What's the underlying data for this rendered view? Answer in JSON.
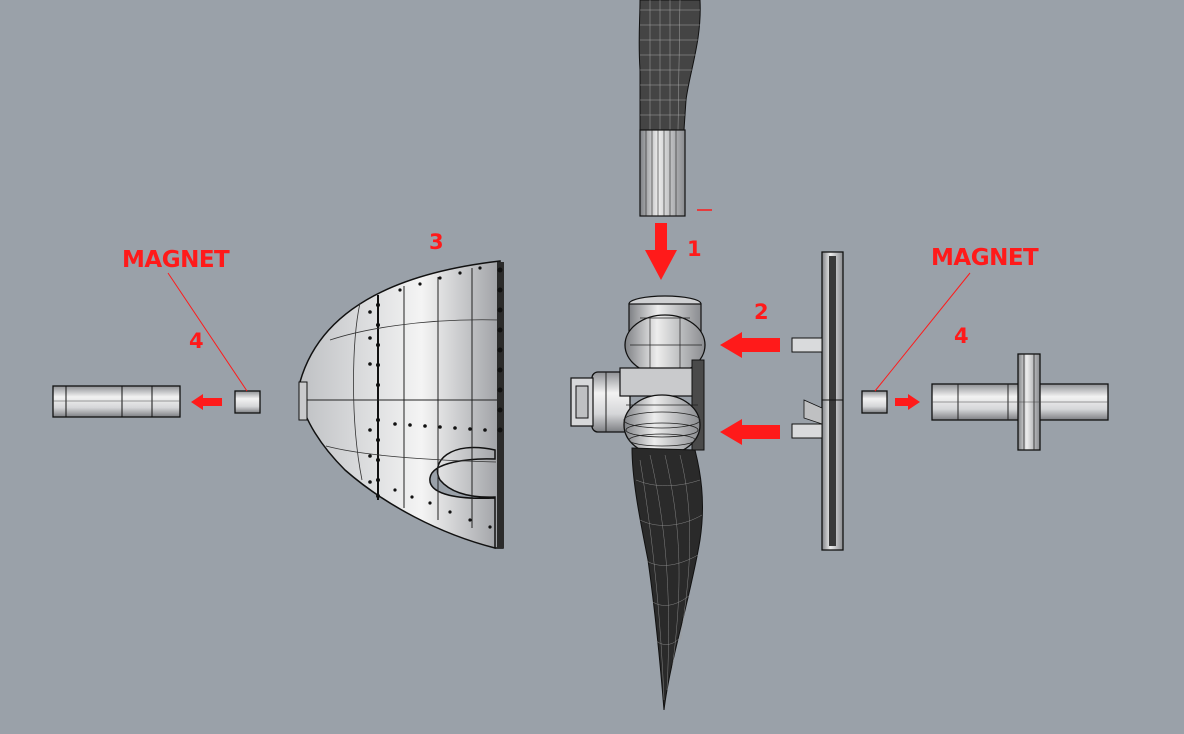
{
  "labels": {
    "step_1": "1",
    "step_2": "2",
    "step_3": "3",
    "step_4_left": "4",
    "step_4_right": "4",
    "magnet_left": "MAGNET",
    "magnet_right": "MAGNET"
  },
  "colors": {
    "background": "#9aa1a9",
    "annotation": "#ff1a1a",
    "part_fill": "#d4d5d7",
    "outline": "#111111"
  }
}
